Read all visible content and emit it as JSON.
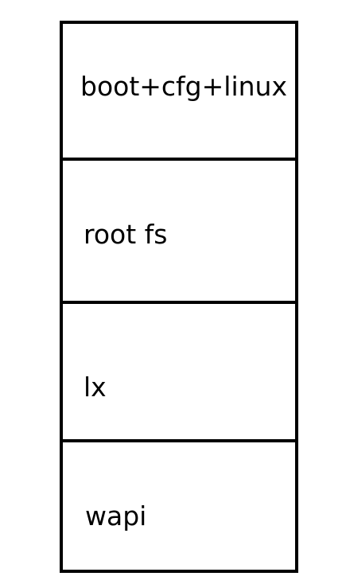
{
  "diagram": {
    "blocks": [
      {
        "label": "boot+cfg+linux"
      },
      {
        "label": "root fs"
      },
      {
        "label": "lx"
      },
      {
        "label": "wapi"
      }
    ]
  }
}
